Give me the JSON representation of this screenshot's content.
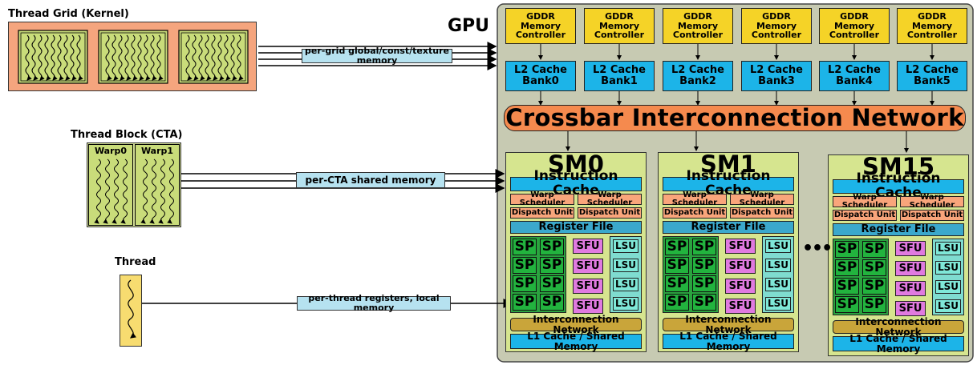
{
  "gpu_label": "GPU",
  "grid": {
    "title": "Thread Grid (Kernel)",
    "memory": "per-grid global/const/texture memory"
  },
  "block": {
    "title": "Thread Block (CTA)",
    "warps": [
      "Warp0",
      "Warp1"
    ],
    "memory": "per-CTA shared memory"
  },
  "thread": {
    "title": "Thread",
    "memory": "per-thread registers, local memory"
  },
  "memory_controllers": [
    "GDDR Memory Controller",
    "GDDR Memory Controller",
    "GDDR Memory Controller",
    "GDDR Memory Controller",
    "GDDR Memory Controller",
    "GDDR Memory Controller"
  ],
  "l2_banks": [
    "L2 Cache Bank0",
    "L2 Cache Bank1",
    "L2 Cache Bank2",
    "L2 Cache Bank3",
    "L2 Cache Bank4",
    "L2 Cache Bank5"
  ],
  "crossbar": "Crossbar Interconnection Network",
  "ellipsis": "•••",
  "sm_unit": {
    "icache": "Instruction Cache",
    "warp_scheduler": "Warp Scheduler",
    "dispatch_unit": "Dispatch Unit",
    "register_file": "Register File",
    "sp": "SP",
    "sfu": "SFU",
    "lsu": "LSU",
    "interconnect": "Interconnection Network",
    "l1": "L1 Cache / Shared Memory"
  },
  "sms": [
    {
      "name": "SM0"
    },
    {
      "name": "SM1"
    },
    {
      "name": "SM15"
    }
  ],
  "colors": {
    "gpu_bg": "#c7cab2",
    "grid_bg": "#f5a57e",
    "block_bg": "#d4df98",
    "warp": "#c9dc7a",
    "thread_bg": "#f7dc70",
    "arrow": "#000000"
  }
}
